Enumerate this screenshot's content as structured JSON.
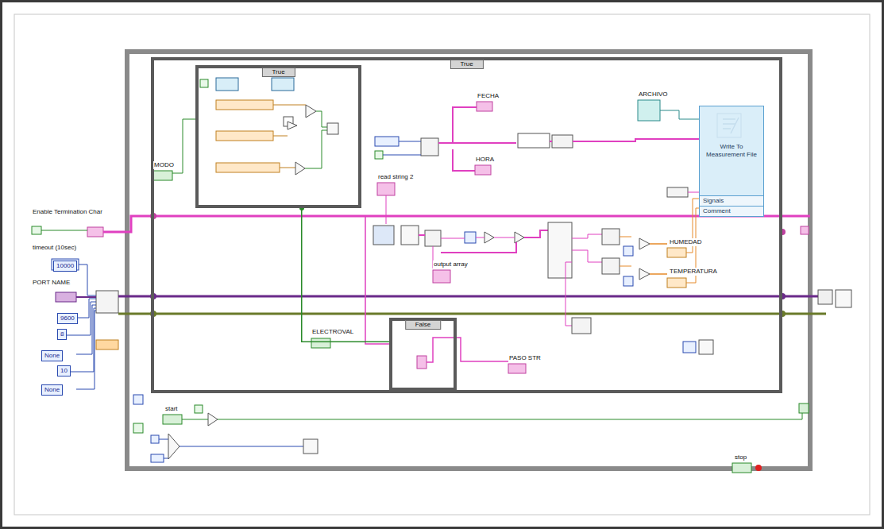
{
  "diagram": {
    "nodes": [
      {
        "text": [
          "True"
        ]
      },
      {
        "text": [
          "True"
        ],
        "in": 0
      },
      {
        "text": [
          "False"
        ],
        "in": 0
      },
      {
        "text": [
          "Write To Measurement File",
          "Signals",
          "Comment"
        ],
        "in": 0
      }
    ],
    "edges": [
      {
        "from": 1,
        "to": 2,
        "arrow": "none"
      }
    ],
    "labels": [
      "Enable Termination Char",
      "timeout (10sec)",
      "PORT NAME",
      "10000",
      "9600",
      "8",
      "None",
      "10",
      "None",
      "MODO",
      "FECHA",
      "HORA",
      "ARCHIVO",
      "read string 2",
      "output array",
      "HUMEDAD",
      "TEMPERATURA",
      "ELECTROVAL",
      "PASO STR",
      "start",
      "stop"
    ]
  }
}
